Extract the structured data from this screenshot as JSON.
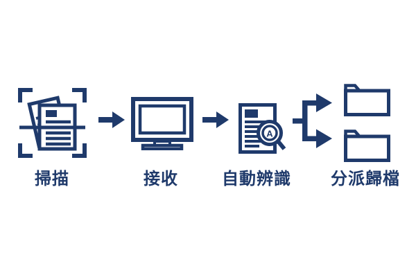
{
  "colors": {
    "accent": "#1f3a6b",
    "background": "#ffffff"
  },
  "diagram": {
    "type": "process-flow",
    "direction": "left-to-right",
    "steps": [
      {
        "label": "掃描",
        "icon": "scan-documents-icon"
      },
      {
        "label": "接收",
        "icon": "monitor-icon"
      },
      {
        "label": "自動辨識",
        "icon": "document-magnifier-icon",
        "magnifier_letter": "A"
      },
      {
        "label": "分派歸檔",
        "icon": "folders-icon",
        "folder_count": 2
      }
    ],
    "connectors": [
      {
        "type": "arrow-right"
      },
      {
        "type": "arrow-right"
      },
      {
        "type": "split-arrow-right",
        "branches": 2
      }
    ]
  }
}
